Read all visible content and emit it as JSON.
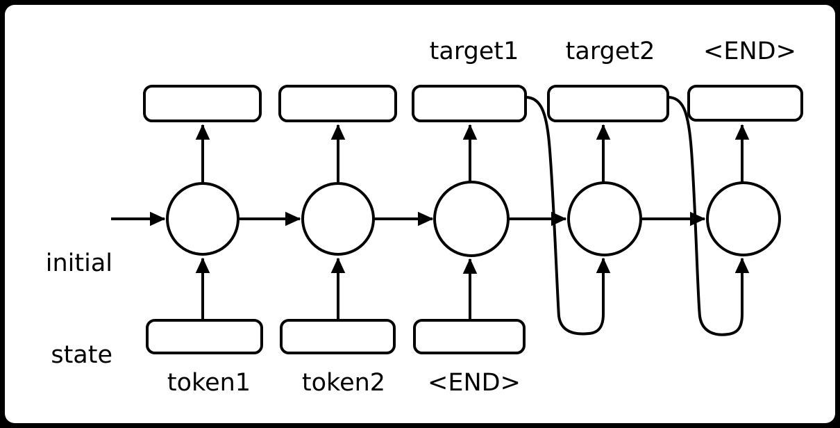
{
  "diagram": {
    "title": "seq2seq recurrent encoder-decoder unrolled over time",
    "type": "rnn-unrolled-sequence",
    "colors": {
      "background": "#000000",
      "canvas": "#ffffff",
      "stroke": "#000000",
      "text": "#000000"
    },
    "initial_state_label": {
      "line1": "initial",
      "line2": "state"
    },
    "output_labels": [
      "",
      "",
      "target1",
      "target2",
      "<END>"
    ],
    "input_labels": [
      "token1",
      "token2",
      "<END>",
      "",
      ""
    ],
    "columns": [
      {
        "index": 1,
        "input_label": "token1",
        "output_label": "",
        "has_output_box": true,
        "has_input_box": true,
        "has_feedback_in": false
      },
      {
        "index": 2,
        "input_label": "token2",
        "output_label": "",
        "has_output_box": true,
        "has_input_box": true,
        "has_feedback_in": false
      },
      {
        "index": 3,
        "input_label": "<END>",
        "output_label": "target1",
        "has_output_box": true,
        "has_input_box": true,
        "has_feedback_in": false
      },
      {
        "index": 4,
        "input_label": "",
        "output_label": "target2",
        "has_output_box": true,
        "has_input_box": false,
        "has_feedback_in": true
      },
      {
        "index": 5,
        "input_label": "",
        "output_label": "<END>",
        "has_output_box": true,
        "has_input_box": false,
        "has_feedback_in": true
      }
    ],
    "feedback_edges": [
      {
        "from_output_box": 3,
        "to_cell": 4
      },
      {
        "from_output_box": 4,
        "to_cell": 5
      }
    ]
  }
}
